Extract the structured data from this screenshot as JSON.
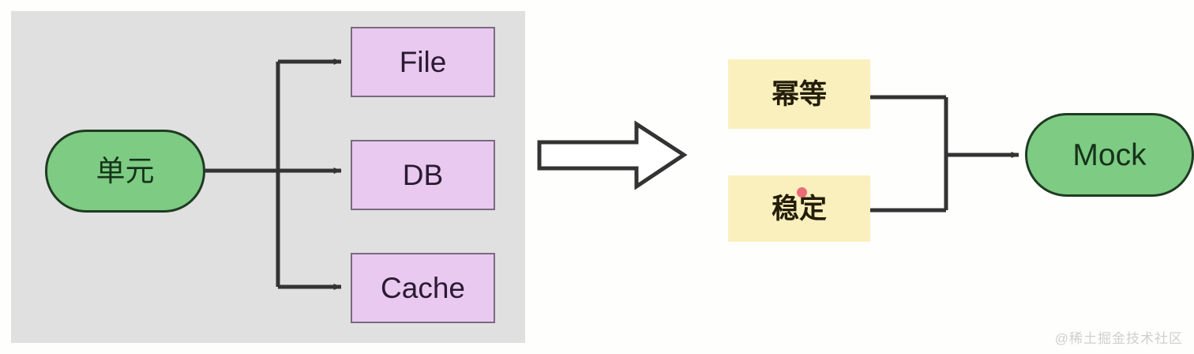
{
  "diagram": {
    "background_color": "#fefefd",
    "panel": {
      "name": "source-side-panel",
      "fill": "#e0e0e0"
    },
    "left_group": {
      "source": {
        "label": "单元",
        "shape": "stadium",
        "fill": "#7ecb84",
        "stroke": "#1f3b22"
      },
      "targets": [
        {
          "label": "File",
          "shape": "rect",
          "fill": "#e9c9ef",
          "stroke": "#7a6a80"
        },
        {
          "label": "DB",
          "shape": "rect",
          "fill": "#e9c9ef",
          "stroke": "#7a6a80"
        },
        {
          "label": "Cache",
          "shape": "rect",
          "fill": "#e9c9ef",
          "stroke": "#7a6a80"
        }
      ]
    },
    "transition": {
      "name": "block-arrow",
      "direction": "right",
      "fill": "#ffffff",
      "stroke": "#333333"
    },
    "right_group": {
      "qualities": [
        {
          "label": "幂等",
          "shape": "rect",
          "fill": "#faf0be"
        },
        {
          "label": "稳定",
          "shape": "rect",
          "fill": "#faf0be"
        }
      ],
      "result": {
        "label": "Mock",
        "shape": "stadium",
        "fill": "#7ecb84",
        "stroke": "#1f3b22"
      }
    },
    "connector_color": "#333333",
    "watermark": "@稀土掘金技术社区"
  }
}
